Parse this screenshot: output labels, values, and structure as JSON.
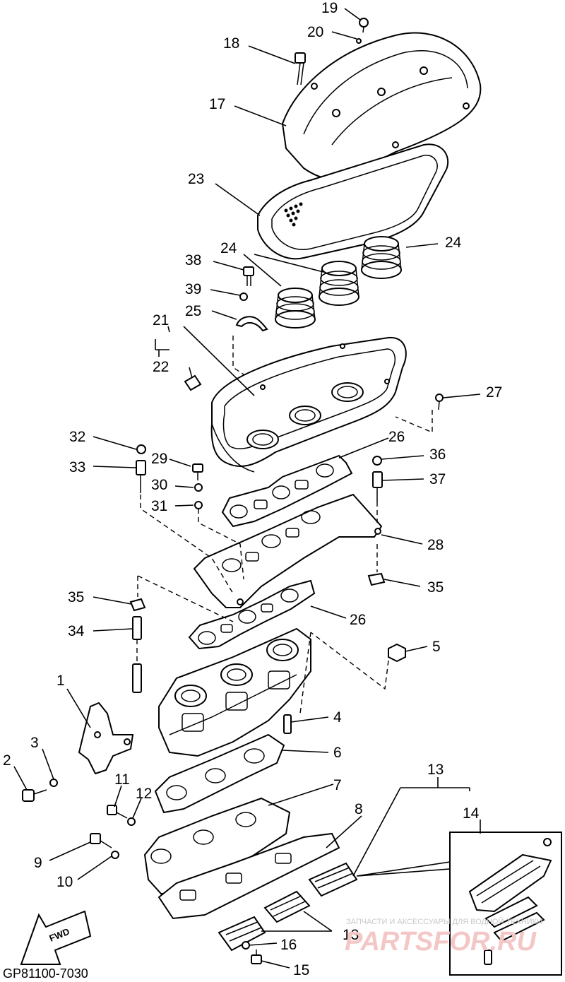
{
  "diagram_code": "GP81100-7030",
  "fwd_label": "FWD",
  "watermark": {
    "small_text": "ЗАПЧАСТИ И АКСЕССУАРЫ ДЛЯ ВОДНОЙ ТЕХНИКИ",
    "logo_text": "PARTSFOR.RU"
  },
  "callouts": {
    "c1": "1",
    "c2": "2",
    "c3": "3",
    "c4": "4",
    "c5": "5",
    "c6": "6",
    "c7": "7",
    "c8": "8",
    "c9": "9",
    "c10": "10",
    "c11": "11",
    "c12": "12",
    "c13a": "13",
    "c13b": "13",
    "c14": "14",
    "c15": "15",
    "c16": "16",
    "c17": "17",
    "c18": "18",
    "c19": "19",
    "c20": "20",
    "c21": "21",
    "c22": "22",
    "c23": "23",
    "c24a": "24",
    "c24b": "24",
    "c25": "25",
    "c26a": "26",
    "c26b": "26",
    "c27": "27",
    "c28": "28",
    "c29": "29",
    "c30": "30",
    "c31": "31",
    "c32": "32",
    "c33": "33",
    "c34": "34",
    "c35a": "35",
    "c35b": "35",
    "c36": "36",
    "c37": "37",
    "c38": "38",
    "c39": "39"
  }
}
